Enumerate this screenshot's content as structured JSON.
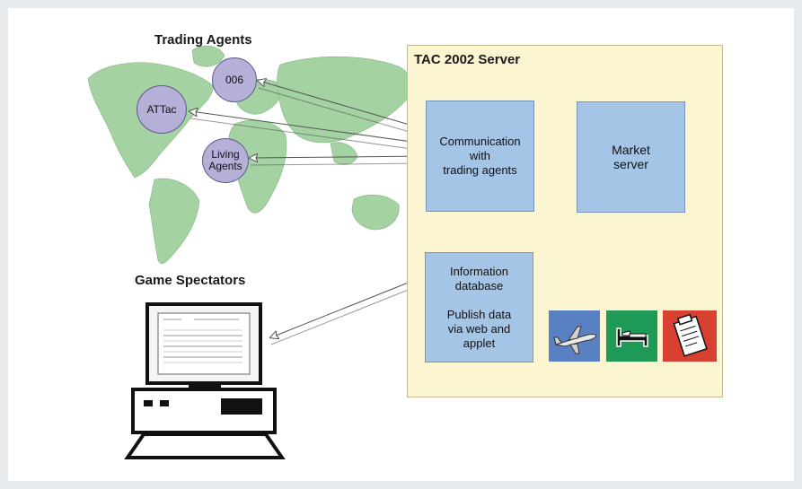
{
  "headings": {
    "trading_agents": "Trading Agents",
    "game_spectators": "Game Spectators",
    "server": "TAC 2002 Server"
  },
  "agents": [
    "006",
    "ATTac",
    "Living\nAgents"
  ],
  "boxes": {
    "communication": "Communication\nwith\ntrading agents",
    "market": "Market\nserver",
    "information": "Information\ndatabase\n\nPublish data\nvia web and\napplet"
  },
  "icons": [
    "airplane-icon",
    "hotel-bed-icon",
    "entertainment-ticket-icon"
  ],
  "colors": {
    "server_bg": "#fcf5d2",
    "box_fill": "#a5c5e6",
    "agent_fill": "#b4b0d8",
    "map_fill": "#a4d2a2",
    "flight_bg": "#5a80c4",
    "hotel_bg": "#1f9a56",
    "entertainment_bg": "#d84032"
  }
}
